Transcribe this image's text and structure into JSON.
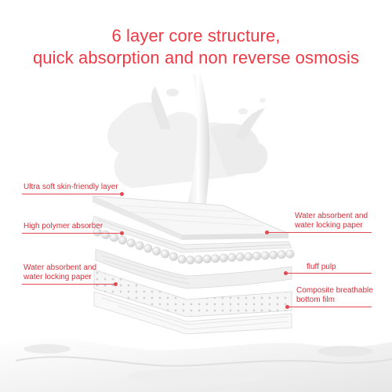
{
  "headline": {
    "line1": "6 layer core structure,",
    "line2": "quick absorption and non reverse osmosis"
  },
  "layer_labels": {
    "ultra_soft": "Ultra soft skin-friendly layer",
    "polymer": "High polymer absorber",
    "paper_left": [
      "Water absorbent and",
      "water locking paper"
    ],
    "paper_right": [
      "Water absorbent and",
      "water locking paper"
    ],
    "fluff": "fluff pulp",
    "film": [
      "Composite breathable",
      "bottom film"
    ]
  },
  "colors": {
    "accent": "#ee3a45",
    "background": "#ffffff",
    "milk": "#f4f4f4"
  }
}
